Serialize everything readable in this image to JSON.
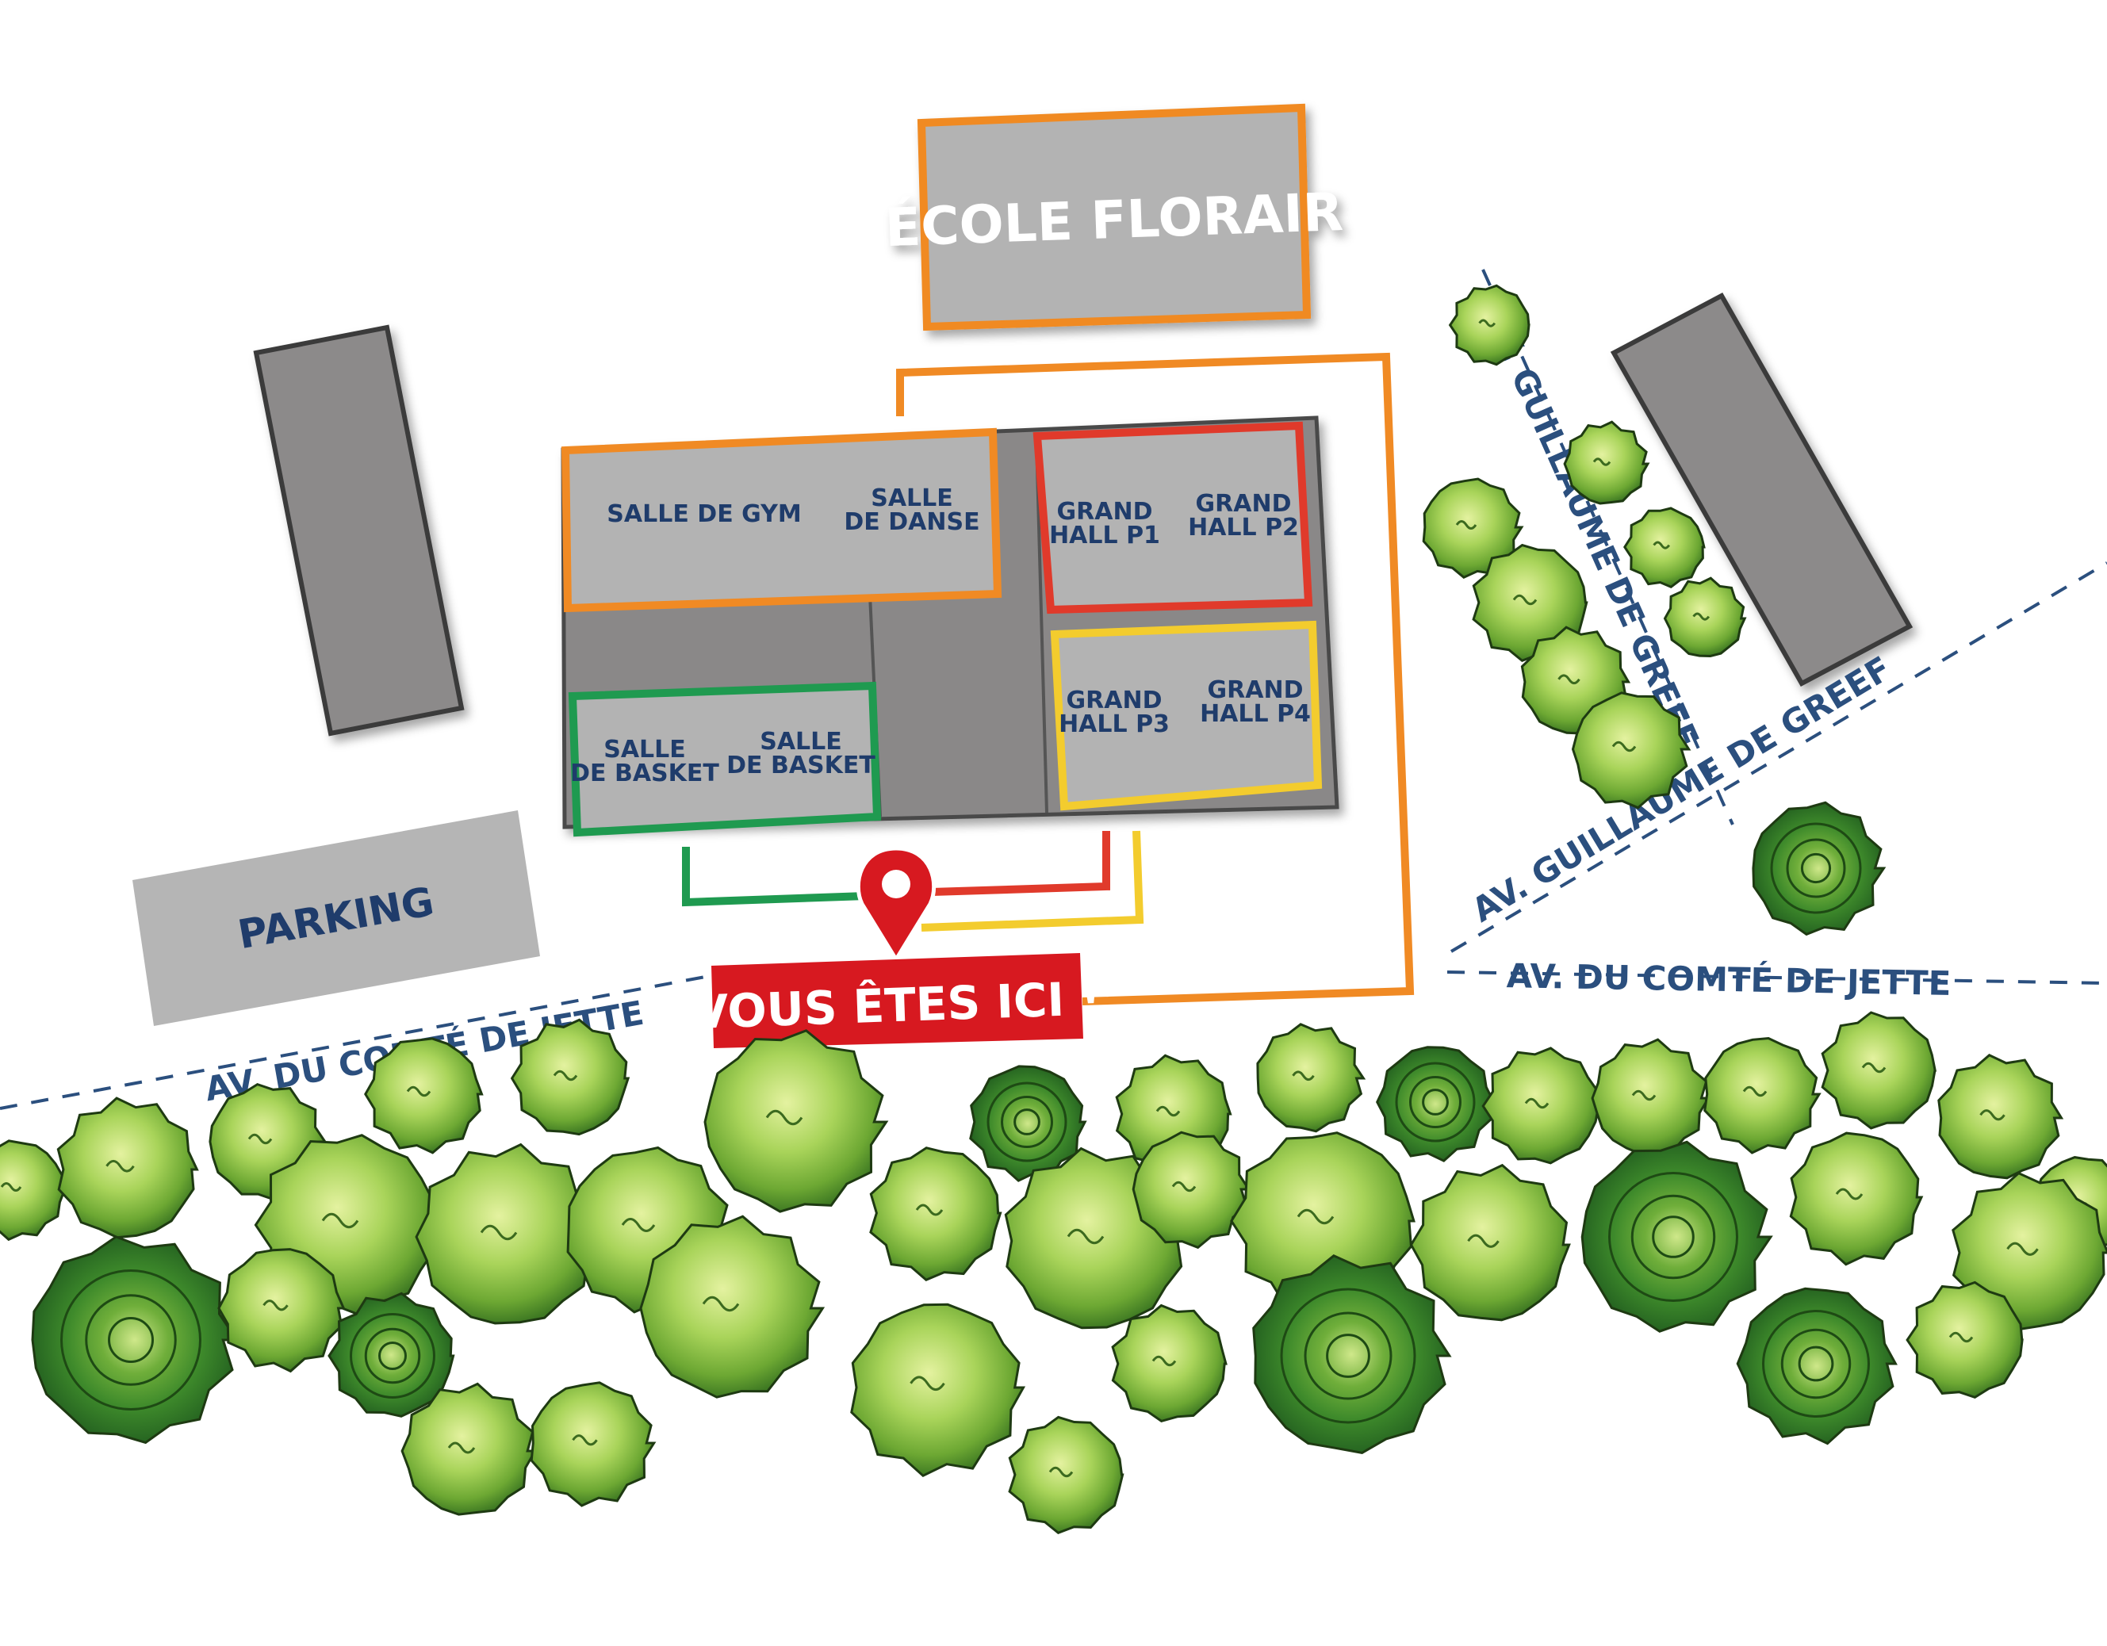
{
  "buildings": {
    "school": "ÉCOLE FLORAIR",
    "parking": "PARKING",
    "gym": "SALLE DE GYM",
    "dance": [
      "SALLE",
      "DE DANSE"
    ],
    "hall_p1": [
      "GRAND",
      "HALL P1"
    ],
    "hall_p2": [
      "GRAND",
      "HALL P2"
    ],
    "hall_p3": [
      "GRAND",
      "HALL P3"
    ],
    "hall_p4": [
      "GRAND",
      "HALL P4"
    ],
    "basket_1": [
      "SALLE",
      "DE BASKET"
    ],
    "basket_2": [
      "SALLE",
      "DE BASKET"
    ]
  },
  "streets": {
    "comte_left": "AV. DU COMTÉ DE JETTE",
    "comte_right": "AV. DU COMTÉ DE JETTE",
    "greef_vertical": "AV. GUILLAUME DE GREEF",
    "greef_diagonal": "AV. GUILLAUME DE GREEF"
  },
  "marker": {
    "label": "VOUS ÊTES ICI !",
    "icon": "map-pin-icon",
    "color": "#d71920"
  },
  "colors": {
    "orange": "#f08a24",
    "red": "#e03a2b",
    "yellow": "#f3cc2e",
    "green": "#1f9a50",
    "building": "#b3b3b3",
    "dark_building": "#8c8a8a",
    "road": "#2b4f7e"
  },
  "icons": {
    "tree": "tree-icon"
  }
}
